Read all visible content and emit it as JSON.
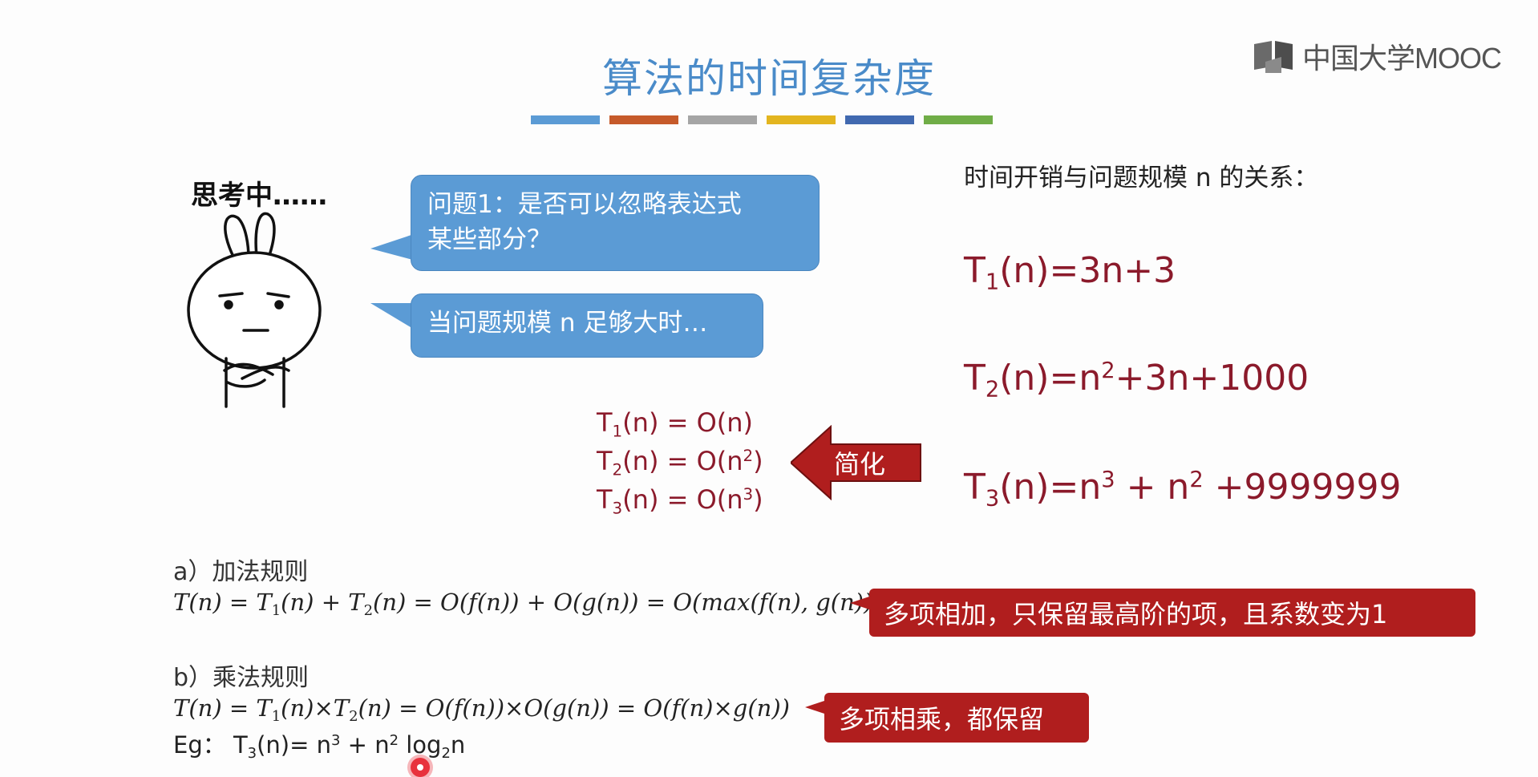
{
  "slide": {
    "title": "算法的时间复杂度",
    "logo_text": "中国大学MOOC",
    "color_bar": [
      "#5b9bd5",
      "#c65a2a",
      "#a5a5a5",
      "#e3b51f",
      "#4169b0",
      "#70ad47"
    ],
    "thinking_label": "思考中……",
    "bubble1_line1": "问题1：是否可以忽略表达式",
    "bubble1_line2": "某些部分？",
    "bubble2": "当问题规模 n 足够大时…",
    "relation_label": "时间开销与问题规模 n 的关系：",
    "simplify_label": "简化",
    "simplified": {
      "t1_pre": "T",
      "t1_sub": "1",
      "t1_post": "(n) = O(n)",
      "t2_pre": "T",
      "t2_sub": "2",
      "t2_mid": "(n) = O(n",
      "t2_sup": "2",
      "t2_post": ")",
      "t3_pre": "T",
      "t3_sub": "3",
      "t3_mid": "(n) = O(n",
      "t3_sup": "3",
      "t3_post": ")"
    },
    "big": {
      "t1_pre": "T",
      "t1_sub": "1",
      "t1_post": "(n)=3n+3",
      "t2_pre": "T",
      "t2_sub": "2",
      "t2_mid": "(n)=n",
      "t2_sup": "2",
      "t2_post": "+3n+1000",
      "t3_pre": "T",
      "t3_sub": "3",
      "t3_mid": "(n)=n",
      "t3_sup": "3",
      "t3_mid2": " + n",
      "t3_sup2": "2",
      "t3_post": " +9999999"
    },
    "rule_a_label": "a）加法规则",
    "rule_a_formula": {
      "p1": "T(n) = T",
      "s1": "1",
      "p2": "(n) + T",
      "s2": "2",
      "p3": "(n) = O(f(n)) + O(g(n)) = O(max(f(n), g(n)))"
    },
    "rule_a_callout": "多项相加，只保留最高阶的项，且系数变为1",
    "rule_b_label": "b）乘法规则",
    "rule_b_formula": {
      "p1": "T(n) = T",
      "s1": "1",
      "p2": "(n)×T",
      "s2": "2",
      "p3": "(n) = O(f(n))×O(g(n)) = O(f(n)×g(n))"
    },
    "rule_b_callout": "多项相乘，都保留",
    "eg": {
      "p1": "Eg：  T",
      "s1": "3",
      "p2": "(n)= n",
      "sup1": "3",
      "p3": " + n",
      "sup2": "2",
      "p4": " log",
      "s2": "2",
      "p5": "n"
    }
  }
}
